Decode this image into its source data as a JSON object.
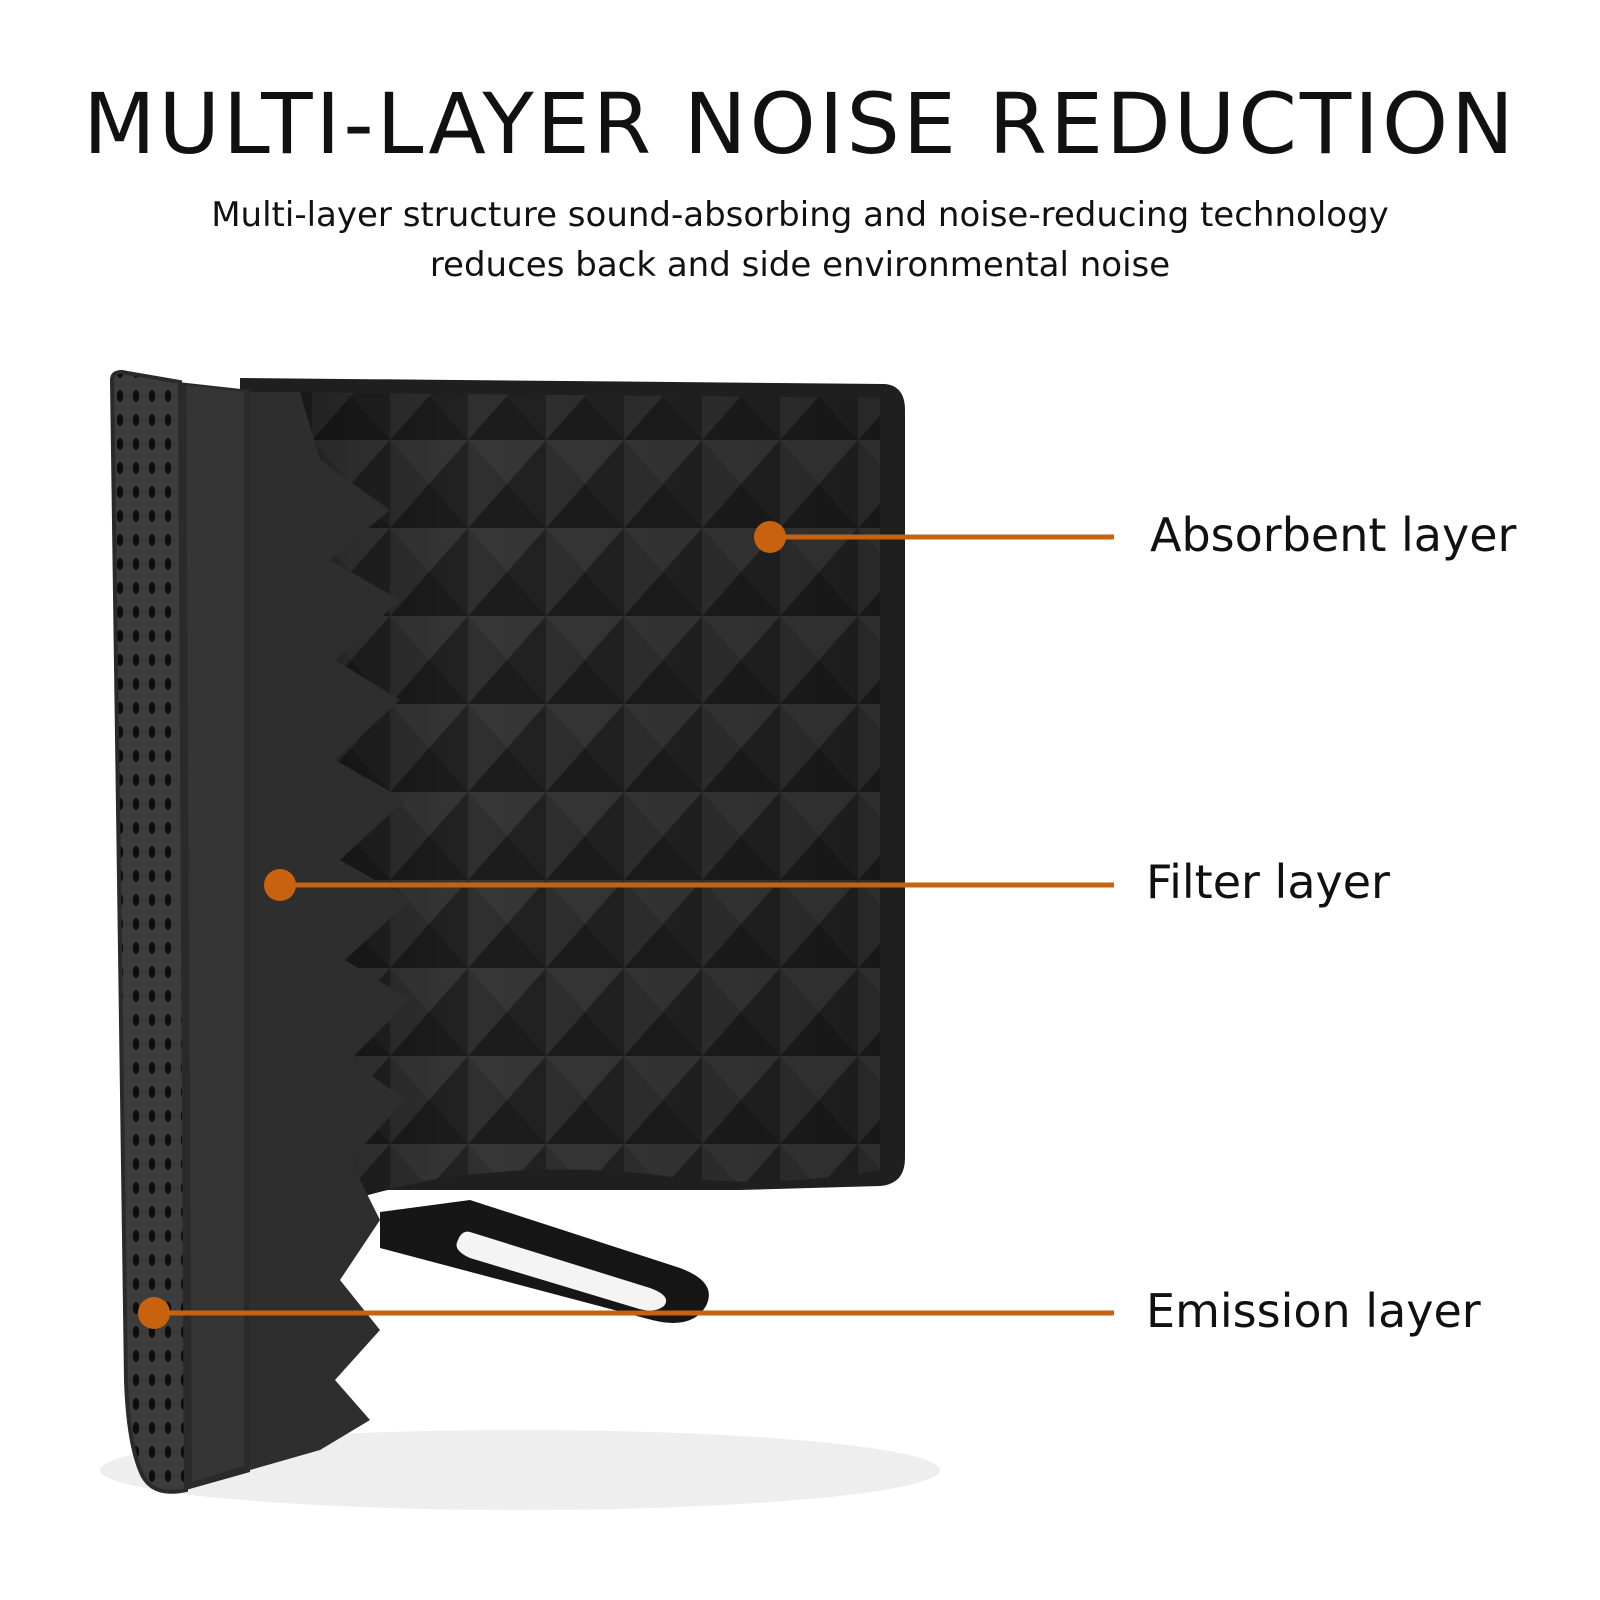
{
  "header": {
    "title": "MULTI-LAYER NOISE REDUCTION",
    "subtitle_line1": "Multi-layer structure sound-absorbing and noise-reducing technology",
    "subtitle_line2": "reduces back and side environmental noise"
  },
  "callouts": [
    {
      "label": "Absorbent layer"
    },
    {
      "label": "Filter layer"
    },
    {
      "label": "Emission layer"
    }
  ],
  "colors": {
    "accent": "#c8620e",
    "foam": "#2b2b2b",
    "metal": "#3a3a3a",
    "text": "#111111"
  }
}
